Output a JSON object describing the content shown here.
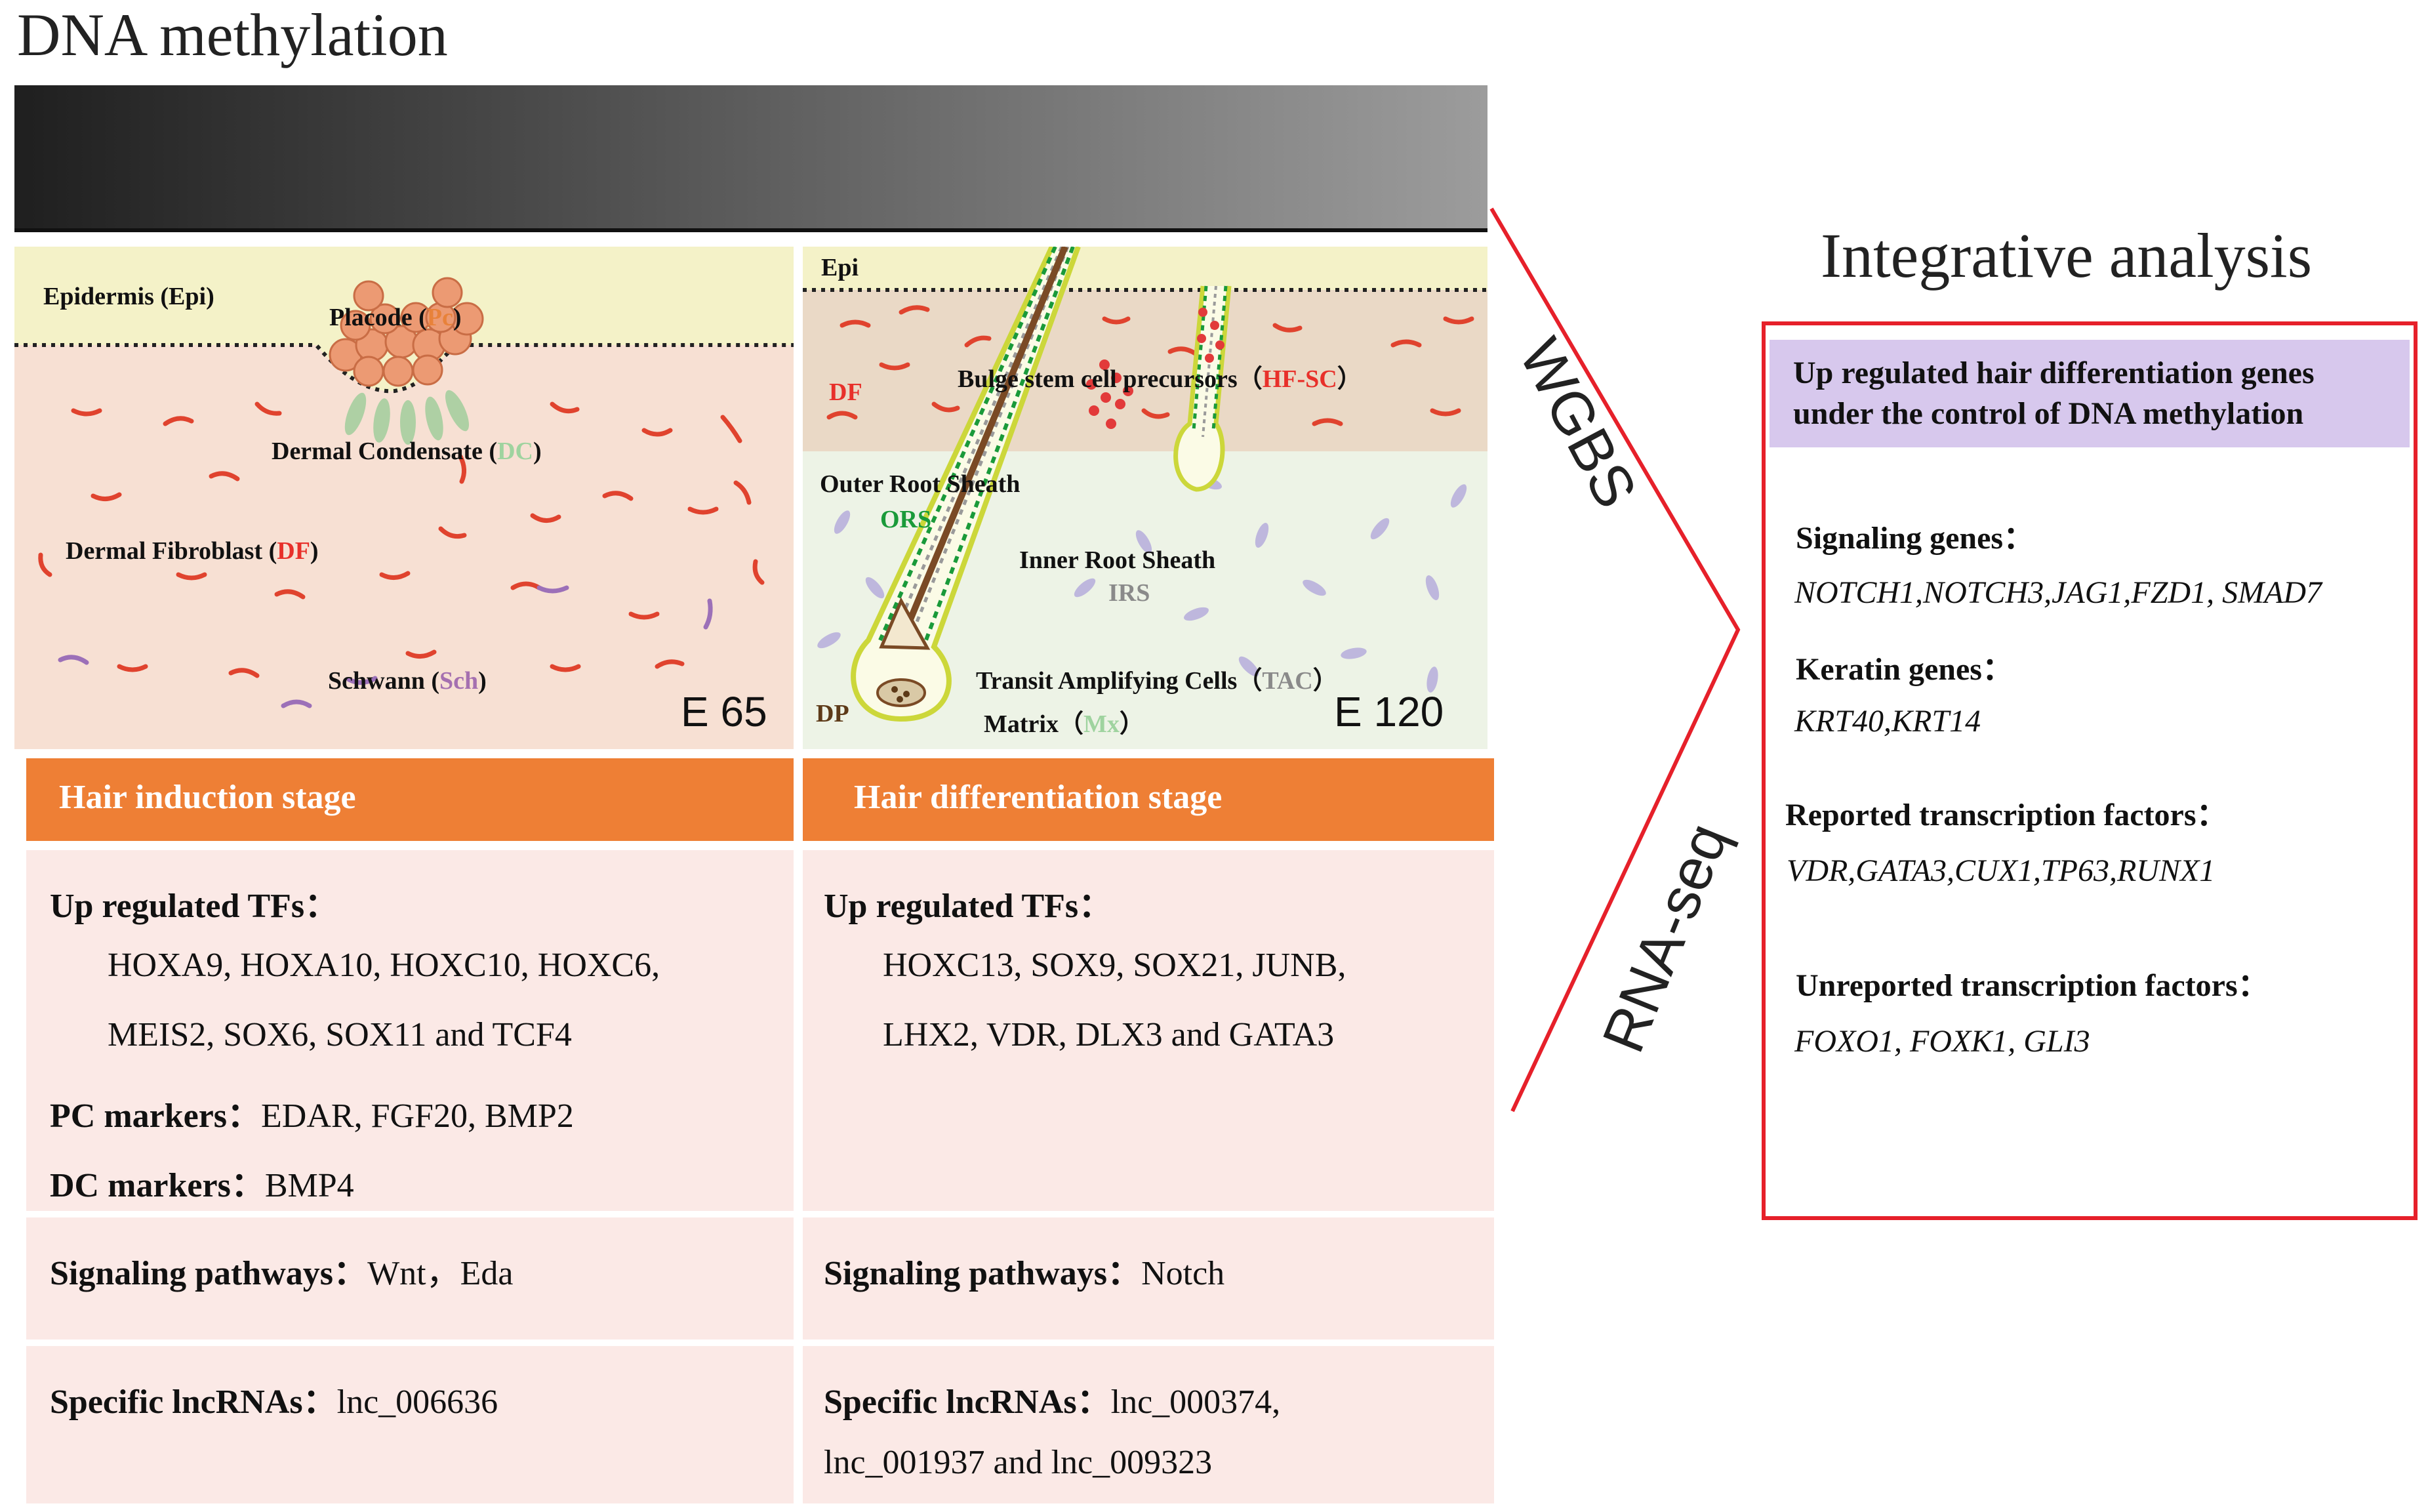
{
  "title": "DNA methylation",
  "methylation_bar_colors": [
    "#1f1f1f",
    "#9c9c9c"
  ],
  "left_panel": {
    "epidermis": "Epidermis (Epi)",
    "placode": "Placode (",
    "placode_abbr": "Pc",
    "dermal_condensate": "Dermal Condensate (",
    "dermal_condensate_abbr": "DC",
    "dermal_fibroblast": "Dermal Fibroblast (",
    "dermal_fibroblast_abbr": "DF",
    "schwann": "Schwann (",
    "schwann_abbr": "Sch",
    "close_paren": ")",
    "stage": "E 65"
  },
  "right_panel": {
    "epi": "Epi",
    "df": "DF",
    "bulge": "Bulge stem cell precursors（",
    "bulge_abbr": "HF-SC",
    "close_fw": "）",
    "ors_label": "Outer Root Sheath",
    "ors_abbr": "ORS",
    "irs_label": "Inner Root Sheath",
    "irs_abbr": "IRS",
    "tac": "Transit Amplifying Cells（",
    "tac_abbr": "TAC",
    "dp": "DP",
    "matrix": "Matrix（",
    "matrix_abbr": "Mx",
    "stage": "E 120"
  },
  "colors": {
    "red_label": "#e8302a",
    "green_label": "#1a9a3a",
    "gray_label": "#8a8a8a",
    "pale_green_label": "#9fd39f",
    "purple_label": "#a570b0",
    "orange_label": "#e8823a",
    "accent_red": "#e6202a",
    "header_orange": "#ee7f35",
    "ia_header": "#d7c8ed"
  },
  "table": {
    "col1_header": "Hair induction stage",
    "col2_header": "Hair differentiation stage",
    "col1": {
      "tfs_label": "Up regulated TFs：",
      "tfs_line1": "HOXA9, HOXA10, HOXC10, HOXC6,",
      "tfs_line2": "MEIS2, SOX6, SOX11 and TCF4",
      "pc_label": "PC markers：",
      "pc_value": "EDAR, FGF20, BMP2",
      "dc_label": "DC markers：",
      "dc_value": "BMP4",
      "sig_label": "Signaling pathways：",
      "sig_value": "Wnt，Eda",
      "lnc_label": "Specific lncRNAs：",
      "lnc_value": "lnc_006636"
    },
    "col2": {
      "tfs_label": "Up regulated TFs：",
      "tfs_line1": "HOXC13, SOX9, SOX21, JUNB,",
      "tfs_line2": "LHX2, VDR, DLX3 and GATA3",
      "sig_label": "Signaling pathways：",
      "sig_value": "Notch",
      "lnc_label": "Specific lncRNAs：",
      "lnc_value1": "lnc_000374,",
      "lnc_value2": "lnc_001937 and lnc_009323"
    }
  },
  "arrows": {
    "top_label": "WGBS",
    "bottom_label": "RNA-seq"
  },
  "integrative": {
    "title": "Integrative analysis",
    "header_line1": "Up regulated hair differentiation genes",
    "header_line2": "under the control of DNA methylation",
    "signaling_label": "Signaling genes：",
    "signaling_genes": "NOTCH1,NOTCH3,JAG1,FZD1, SMAD7",
    "keratin_label": "Keratin genes：",
    "keratin_genes": "KRT40,KRT14",
    "reported_label": "Reported transcription factors：",
    "reported_genes": "VDR,GATA3,CUX1,TP63,RUNX1",
    "unreported_label": "Unreported transcription factors：",
    "unreported_genes": "FOXO1, FOXK1, GLI3"
  }
}
